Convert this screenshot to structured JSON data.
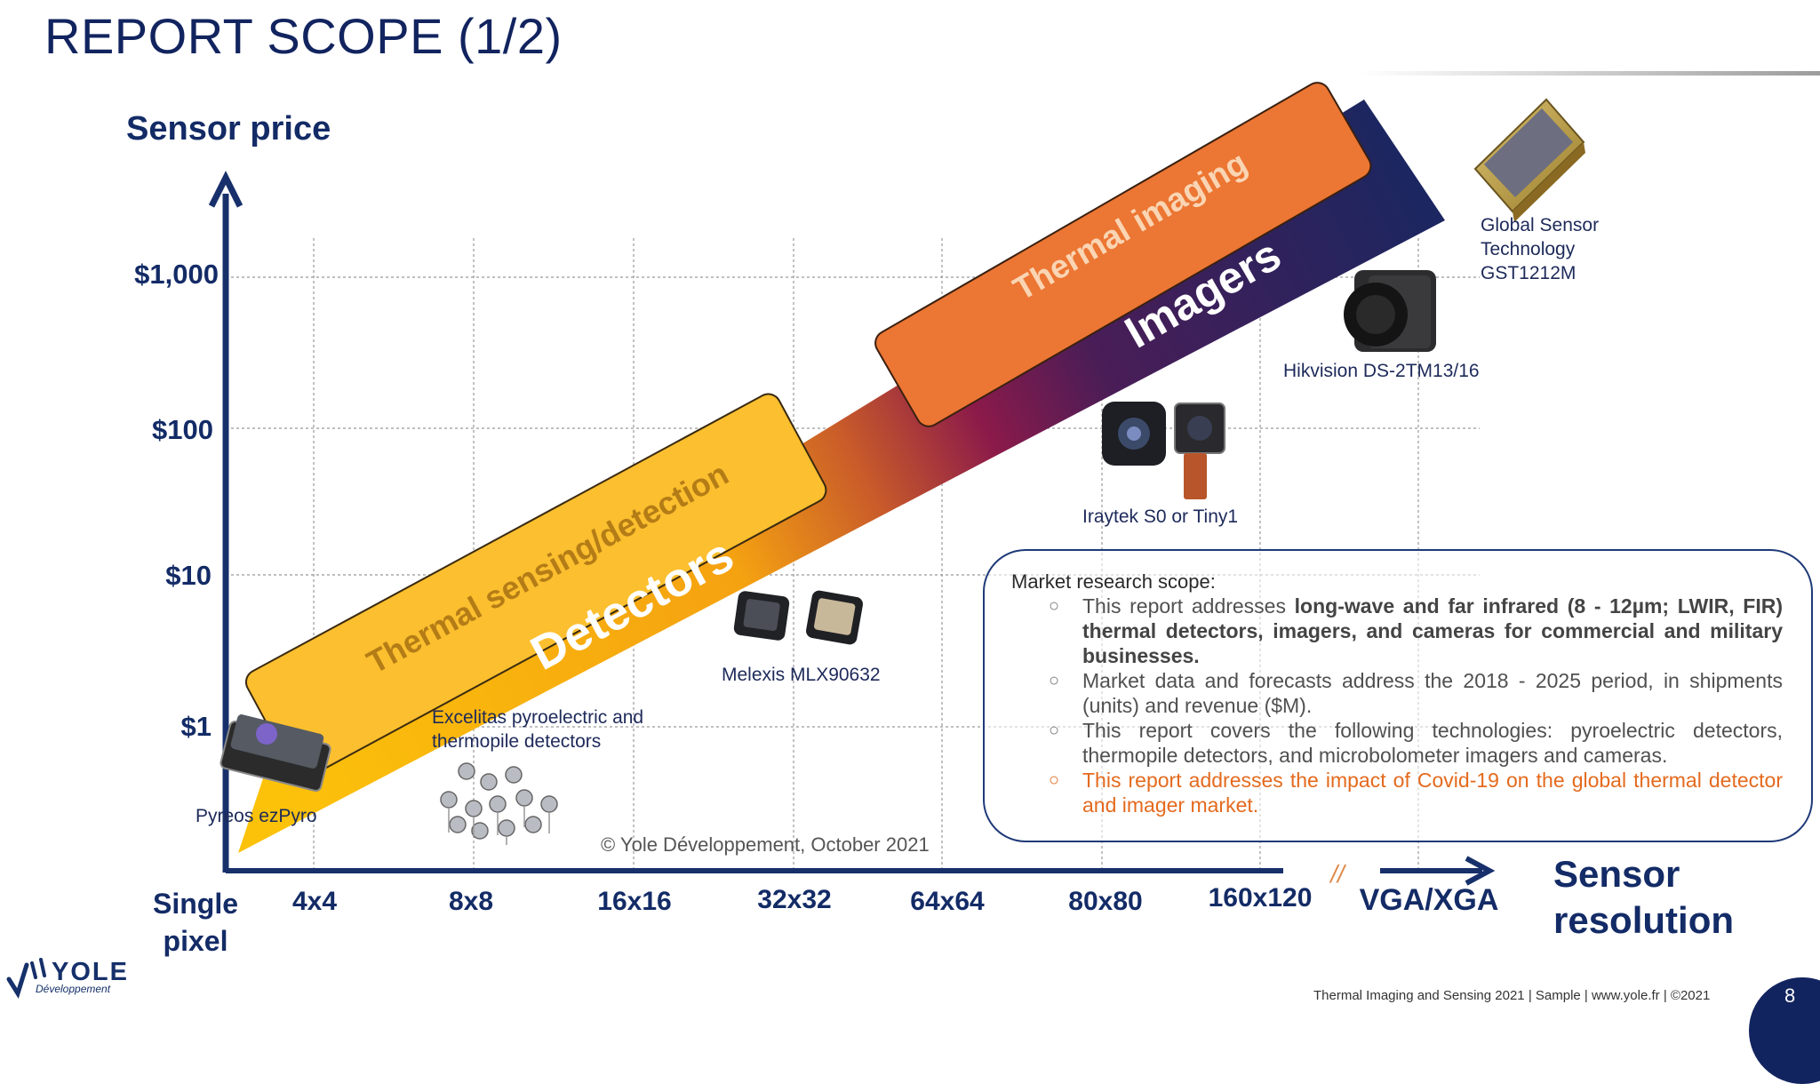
{
  "title": "REPORT SCOPE (1/2)",
  "chart": {
    "y_axis_title": "Sensor price",
    "y_ticks": [
      "$1,000",
      "$100",
      "$10",
      "$1"
    ],
    "x_axis_title_line1": "Sensor",
    "x_axis_title_line2": "resolution",
    "x_first_line1": "Single",
    "x_first_line2": "pixel",
    "x_ticks": [
      "4x4",
      "8x8",
      "16x16",
      "32x32",
      "64x64",
      "80x80",
      "160x120",
      "VGA/XGA"
    ],
    "axis_break_mark": "//"
  },
  "bands": {
    "thermal_sensing": "Thermal sensing/detection",
    "detectors": "Detectors",
    "thermal_imaging": "Thermal imaging",
    "imagers": "Imagers"
  },
  "products": {
    "pyreos": "Pyreos ezPyro",
    "excelitas_line1": "Excelitas pyroelectric and",
    "excelitas_line2": "thermopile detectors",
    "melexis": "Melexis MLX90632",
    "iraytek": "Iraytek S0 or Tiny1",
    "hikvision": "Hikvision DS-2TM13/16",
    "gst_line1": "Global Sensor",
    "gst_line2": "Technology",
    "gst_line3": "GST1212M"
  },
  "copyright": "© Yole Développement, October 2021",
  "scope": {
    "heading": "Market research scope:",
    "bullet_symbol": "○",
    "item1_pre": "This report addresses ",
    "item1_bold": "long-wave and far infrared (8 - 12µm; LWIR, FIR) thermal detectors, imagers, and cameras for commercial and military businesses.",
    "item2": "Market data and forecasts address the 2018 - 2025 period, in shipments (units) and revenue ($M).",
    "item3": "This report covers the following technologies: pyroelectric detectors, thermopile detectors, and microbolometer imagers and cameras.",
    "item4": "This report addresses the impact of Covid-19 on the global thermal detector and imager market."
  },
  "logo": {
    "name": "YOLE",
    "sub": "Développement"
  },
  "footer": "Thermal Imaging and Sensing 2021 | Sample | www.yole.fr | ©2021",
  "page_number": "8",
  "colors": {
    "navy": "#12245f",
    "detector_yellow": "#fbb70f",
    "imaging_orange": "#ec7633",
    "imager_navy": "#1c2660",
    "gradient_mid": "#8b1a4a",
    "covid_orange": "#e46a1e"
  }
}
